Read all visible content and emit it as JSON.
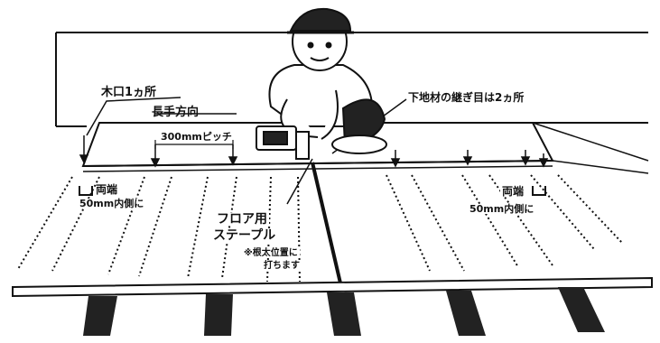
{
  "labels": {
    "koguchi": "木口1ヵ所",
    "nagate": "長手方向",
    "pitch": "300mmピッチ",
    "left_ryotan": "両端",
    "left_inner": "50mm内側に",
    "staple_1": "フロア用",
    "staple_2": "ステープル",
    "joist_note_1": "※根太位置に",
    "joist_note_2": "打ちます",
    "subfloor_joint": "下地材の継ぎ目は2ヵ所",
    "right_ryotan": "両端",
    "right_inner": "50mm内側に"
  },
  "colors": {
    "ink": "#111111",
    "paper": "#ffffff",
    "joist": "#222222"
  },
  "icons": {
    "worker": "worker-stapling-icon",
    "stapler": "stapler-icon",
    "corner_mark": "corner-bracket-icon"
  }
}
